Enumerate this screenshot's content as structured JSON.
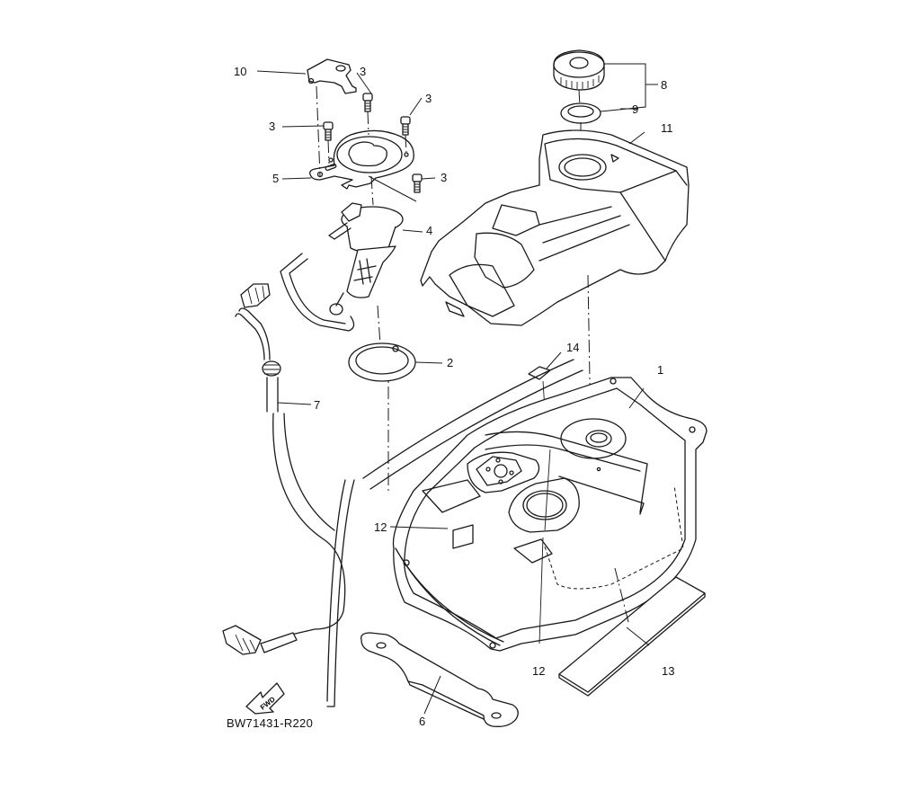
{
  "diagram": {
    "title_code": "BW71431-R220",
    "fwd_label": "FWD",
    "callouts": [
      {
        "id": "c10",
        "label": "10"
      },
      {
        "id": "c3a",
        "label": "3"
      },
      {
        "id": "c3b",
        "label": "3"
      },
      {
        "id": "c3c",
        "label": "3"
      },
      {
        "id": "c3d",
        "label": "3"
      },
      {
        "id": "c5",
        "label": "5"
      },
      {
        "id": "c4",
        "label": "4"
      },
      {
        "id": "c8",
        "label": "8"
      },
      {
        "id": "c9",
        "label": "9"
      },
      {
        "id": "c11",
        "label": "11"
      },
      {
        "id": "c2",
        "label": "2"
      },
      {
        "id": "c7",
        "label": "7"
      },
      {
        "id": "c14",
        "label": "14"
      },
      {
        "id": "c1",
        "label": "1"
      },
      {
        "id": "c12a",
        "label": "12"
      },
      {
        "id": "c12b",
        "label": "12"
      },
      {
        "id": "c13",
        "label": "13"
      },
      {
        "id": "c6",
        "label": "6"
      }
    ],
    "parts": {
      "p1": "fuel-tank",
      "p2": "fuel-pump-gasket",
      "p3": "bolt",
      "p4": "fuel-pump-assembly",
      "p5": "fuel-pump-retainer-plate",
      "p6": "tank-bracket",
      "p7": "fuel-hose",
      "p8": "fuel-tank-cap",
      "p9": "cap-gasket",
      "p10": "bracket-clip",
      "p11": "tank-cover",
      "p12": "damper-pad",
      "p13": "protector-sheet",
      "p14": "label-pad"
    },
    "colors": {
      "line": "#1a1a1a",
      "background": "#ffffff"
    }
  }
}
